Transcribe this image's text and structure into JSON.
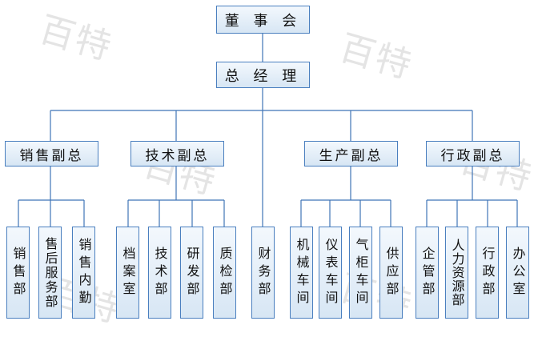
{
  "watermark": "百特",
  "board": "董 事 会",
  "gm": "总 经 理",
  "vps": [
    "销售副总",
    "技术副总",
    "生产副总",
    "行政副总"
  ],
  "depts": {
    "sales": [
      "销售部",
      "售后服务部",
      "销售内勤"
    ],
    "tech": [
      "档案室",
      "技术部",
      "研发部",
      "质检部"
    ],
    "finance": [
      "财务部"
    ],
    "prod": [
      "机械车间",
      "仪表车间",
      "气柜车间",
      "供应部"
    ],
    "admin": [
      "企管部",
      "人力资源部",
      "行政部",
      "办公室"
    ]
  },
  "colors": {
    "line": "#3f74b6",
    "border": "#4a7fbf",
    "box_top": "#f3f8fd",
    "box_bottom": "#d7e6f4"
  }
}
